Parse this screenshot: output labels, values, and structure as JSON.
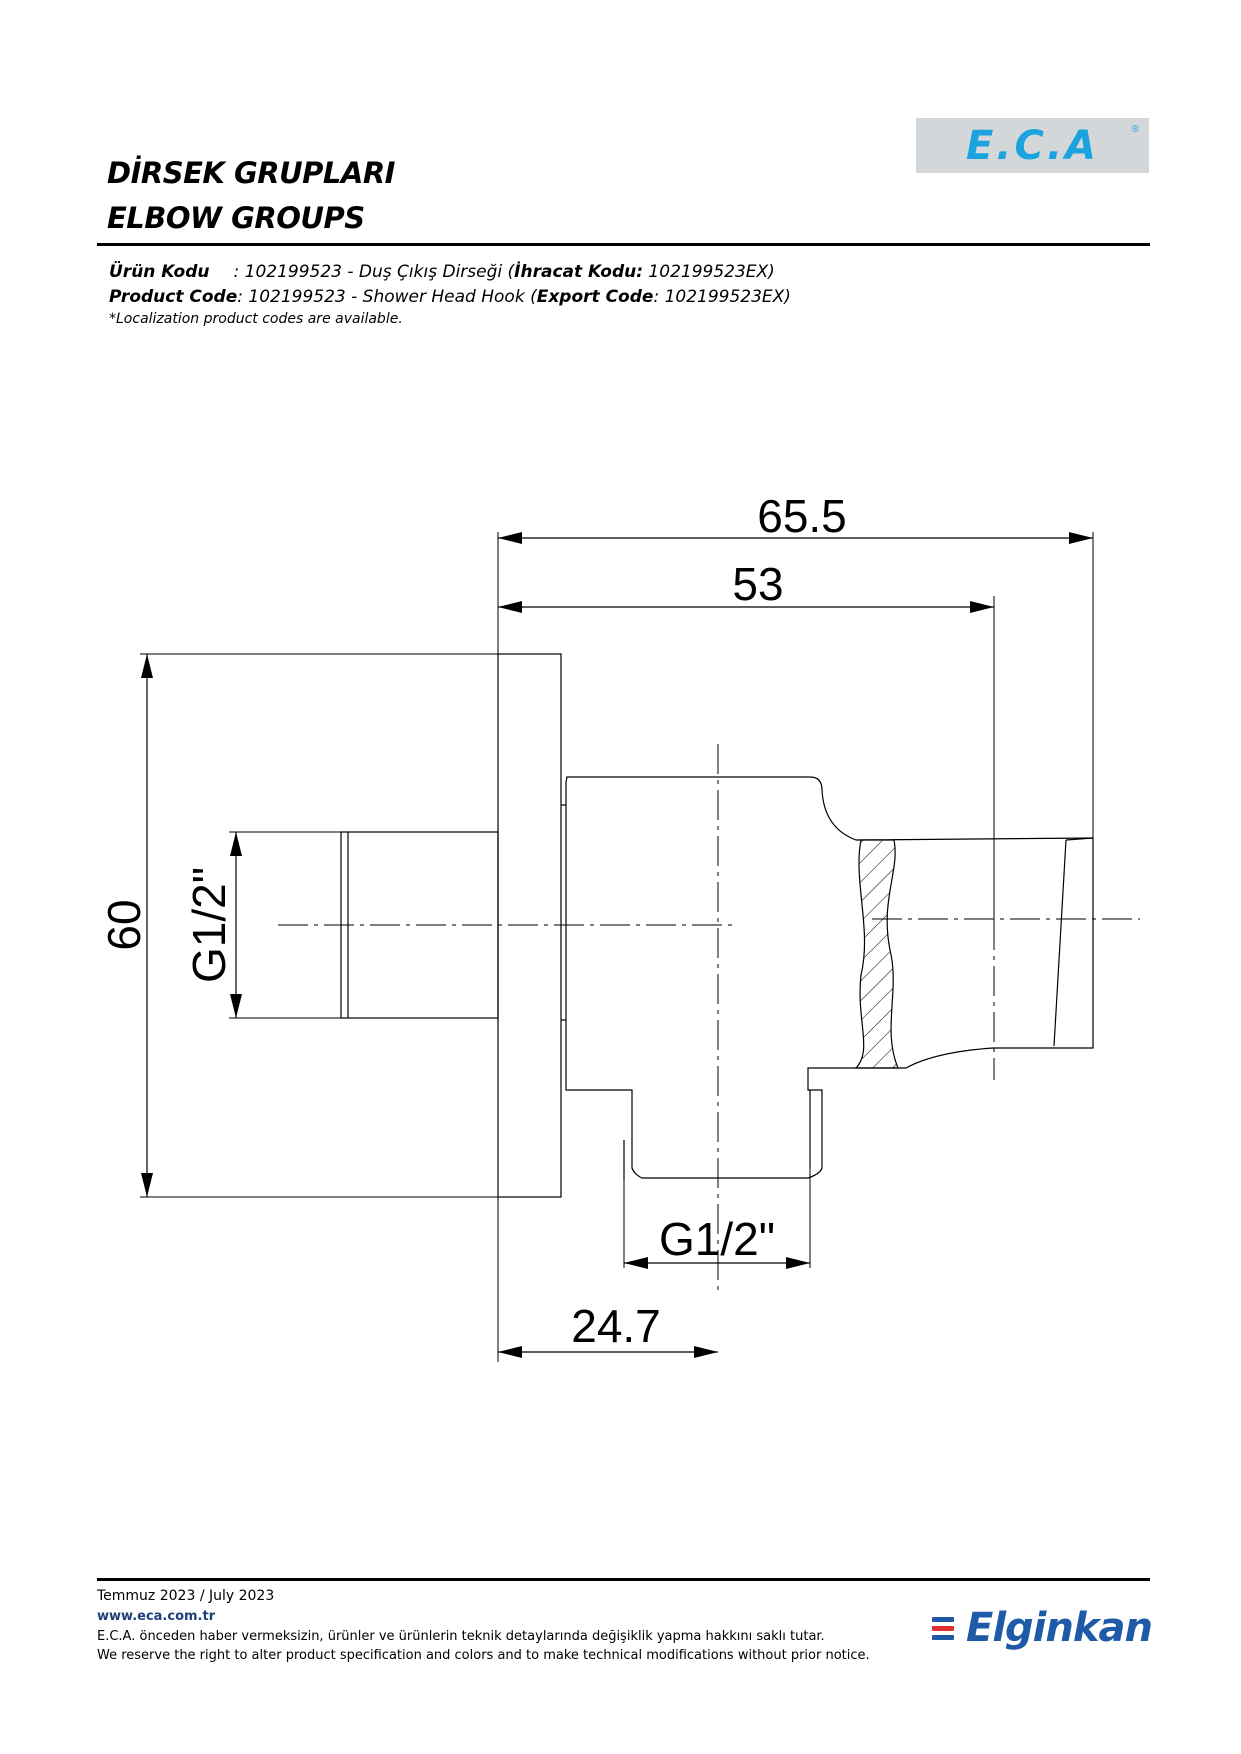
{
  "header": {
    "title_tr": "DİRSEK GRUPLARI",
    "title_en": "ELBOW GROUPS",
    "brand_logo_text": "E.C.A",
    "brand_logo_reg": "®"
  },
  "product": {
    "tr_label": "Ürün Kodu",
    "tr_value": ": 102199523 - Duş Çıkış Dirseği (",
    "tr_export_label": "İhracat Kodu:",
    "tr_export_value": " 102199523EX)",
    "en_label": "Product Code",
    "en_value": ": 102199523 - Shower Head Hook (",
    "en_export_label": "Export Code",
    "en_export_value": ": 102199523EX)",
    "note": "*Localization product codes are available."
  },
  "drawing": {
    "dim_overall_width": "65.5",
    "dim_center_width": "53",
    "dim_height": "60",
    "dim_thread_left": "G1/2\"",
    "dim_thread_bottom": "G1/2\"",
    "dim_outlet_offset": "24.7"
  },
  "footer": {
    "date": "Temmuz 2023 / July 2023",
    "website": "www.eca.com.tr",
    "disclaimer_tr": "E.C.A. önceden haber vermeksizin, ürünler ve ürünlerin teknik detaylarında değişiklik yapma hakkını saklı tutar.",
    "disclaimer_en": "We reserve the right to alter product specification and colors and to make technical modifications without prior notice.",
    "distributor_logo": "Elginkan",
    "distributor_colors": [
      "#1f5aa8",
      "#e0312f",
      "#1f5aa8"
    ]
  }
}
